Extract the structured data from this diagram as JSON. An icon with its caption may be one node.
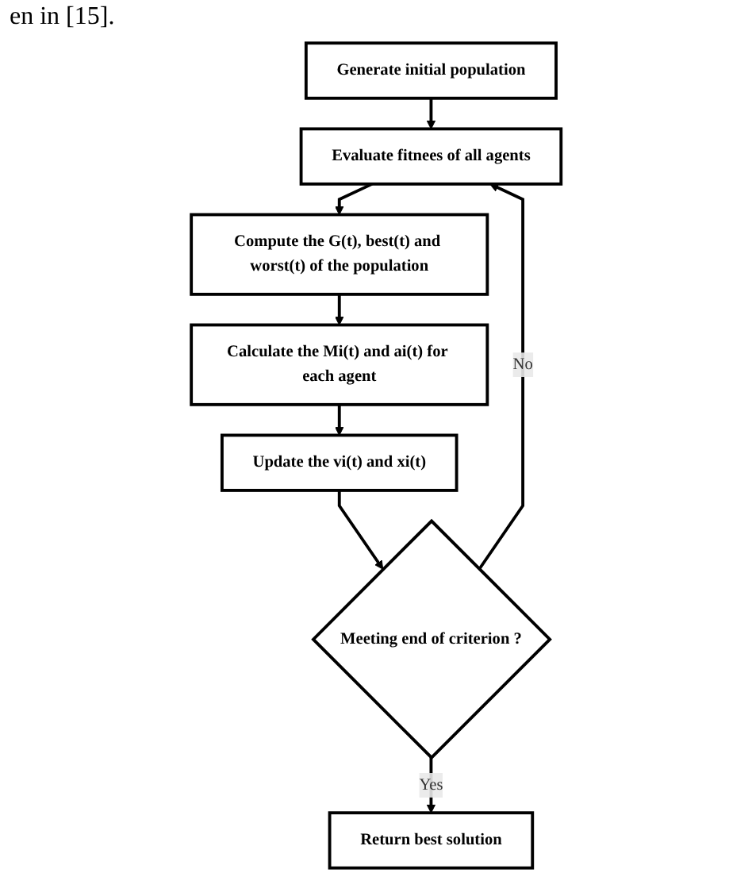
{
  "diagram": {
    "nodes": [
      {
        "text": [
          "Generate initial population"
        ]
      },
      {
        "text": [
          "Evaluate fitnees of all agents"
        ]
      },
      {
        "text": [
          "Compute the G(t), best(t) and worst(t) of the population"
        ]
      },
      {
        "text": [
          "Calculate the Mi(t) and ai(t) for each agent"
        ]
      },
      {
        "text": [
          "Update the vi(t) and xi(t)"
        ]
      },
      {
        "text": [
          "Meeting end of criterion ?"
        ]
      },
      {
        "text": [
          "Return best solution"
        ]
      }
    ],
    "edges": [
      {
        "from": 0,
        "to": 1,
        "arrow": "to"
      },
      {
        "from": 1,
        "to": 2,
        "arrow": "to"
      },
      {
        "from": 2,
        "to": 3,
        "arrow": "to"
      },
      {
        "from": 3,
        "to": 4,
        "arrow": "to"
      },
      {
        "from": 4,
        "to": 5,
        "arrow": "to"
      },
      {
        "from": 5,
        "to": 1,
        "label": "No",
        "arrow": "to"
      },
      {
        "from": 5,
        "to": 6,
        "label": "Yes",
        "arrow": "to"
      }
    ],
    "labels": [
      "en in [15]."
    ]
  }
}
